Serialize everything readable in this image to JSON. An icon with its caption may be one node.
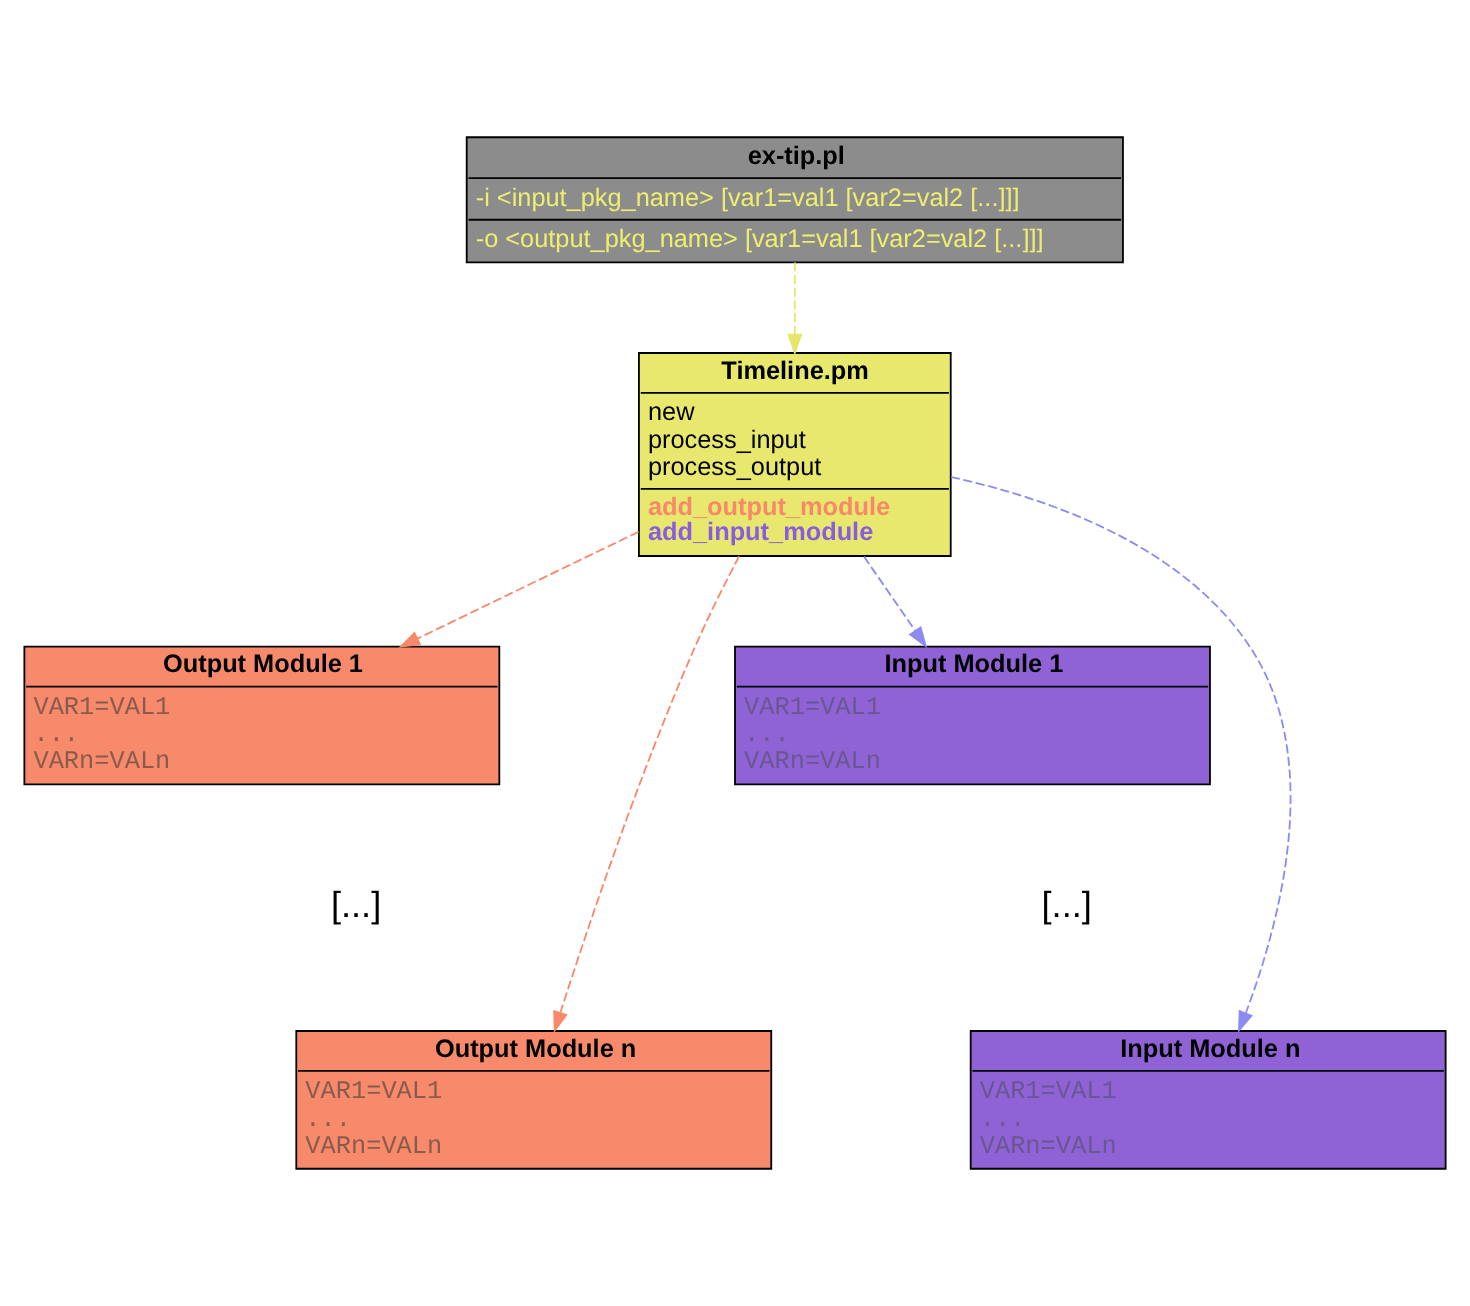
{
  "diagram": {
    "nodes": [
      {
        "text": [
          "ex-tip.pl",
          "-i <input_pkg_name> [var1=val1 [var2=val2 [...]]]",
          "-o <output_pkg_name> [var1=val1 [var2=val2 [...]]]"
        ]
      },
      {
        "text": [
          "Timeline.pm",
          "new",
          "process_input",
          "process_output",
          "add_output_module",
          "add_input_module"
        ]
      },
      {
        "text": [
          "Output Module 1",
          "VAR1=VAL1",
          "...",
          "VARn=VALn"
        ]
      },
      {
        "text": [
          "Output Module n",
          "VAR1=VAL1",
          "...",
          "VARn=VALn"
        ]
      },
      {
        "text": [
          "Input Module 1",
          "VAR1=VAL1",
          "...",
          "VARn=VALn"
        ]
      },
      {
        "text": [
          "Input Module n",
          "VAR1=VAL1",
          "...",
          "VARn=VALn"
        ]
      }
    ],
    "edges": [
      {
        "from": 0,
        "to": 1,
        "arrow": "to",
        "style": "dashed",
        "color": "#e6e66a"
      },
      {
        "from": 1,
        "to": 2,
        "arrow": "to",
        "style": "dashed",
        "color": "#f7896a"
      },
      {
        "from": 1,
        "to": 3,
        "arrow": "to",
        "style": "dashed",
        "color": "#f7896a"
      },
      {
        "from": 1,
        "to": 4,
        "arrow": "to",
        "style": "dashed",
        "color": "#8c8cf0"
      },
      {
        "from": 1,
        "to": 5,
        "arrow": "to",
        "style": "dashed",
        "color": "#8c8cf0"
      }
    ],
    "labels": [
      "[...]",
      "[...]"
    ]
  }
}
